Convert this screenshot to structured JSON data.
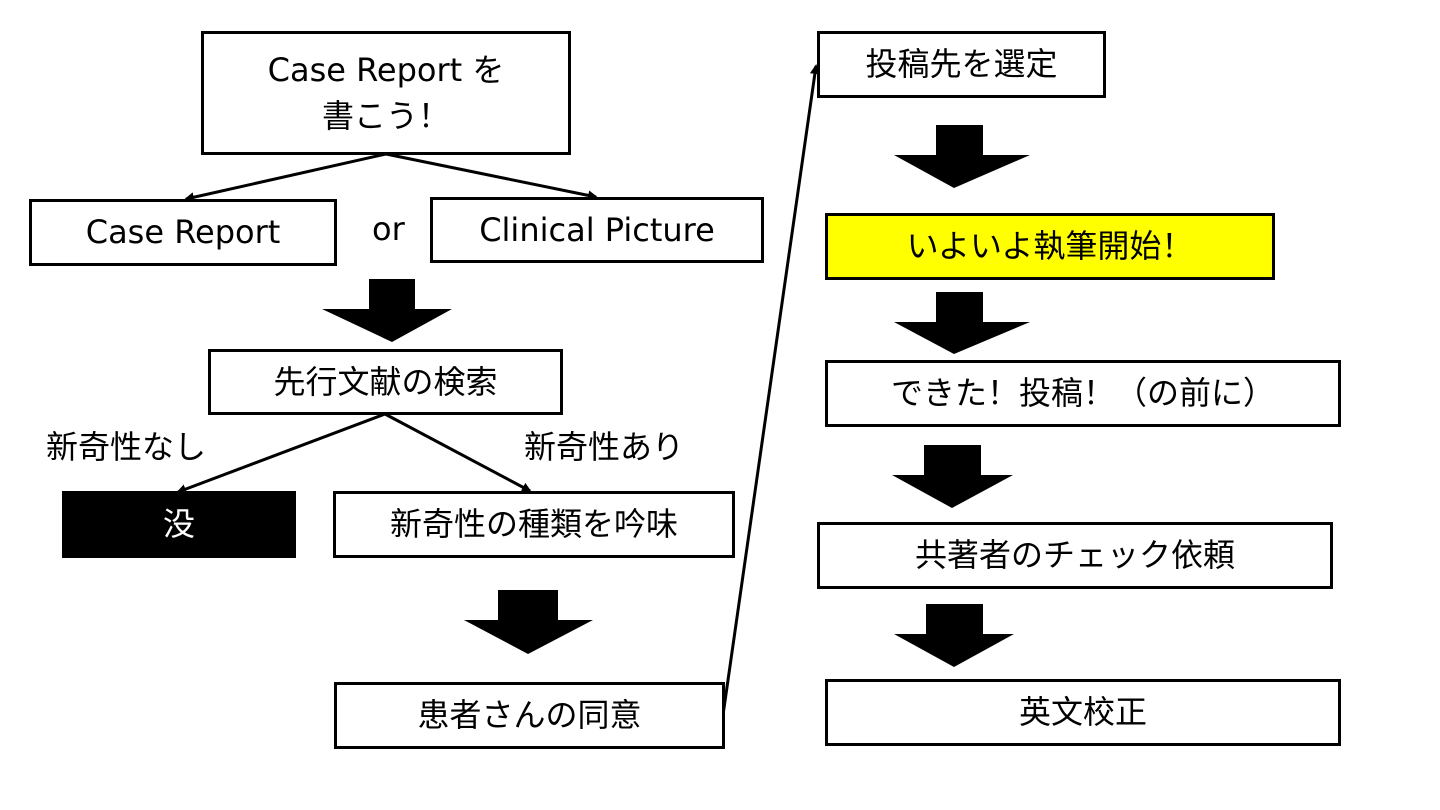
{
  "title": "Case Report writing flow",
  "nodes": {
    "start_line1": "Case Report を",
    "start_line2": "書こう！",
    "case_report": "Case Report",
    "or": "or",
    "clinical_picture": "Clinical Picture",
    "literature_search": "先行文献の検索",
    "no_novelty": "新奇性なし",
    "has_novelty": "新奇性あり",
    "rejected": "没",
    "examine_novelty": "新奇性の種類を吟味",
    "patient_consent": "患者さんの同意",
    "select_journal": "投稿先を選定",
    "start_writing": "いよいよ執筆開始！",
    "done_submit": "できた！投稿！（の前に）",
    "coauthor_check": "共著者のチェック依頼",
    "english_proofreading": "英文校正"
  },
  "colors": {
    "highlight": "#ffff00",
    "rejected_bg": "#000000"
  }
}
